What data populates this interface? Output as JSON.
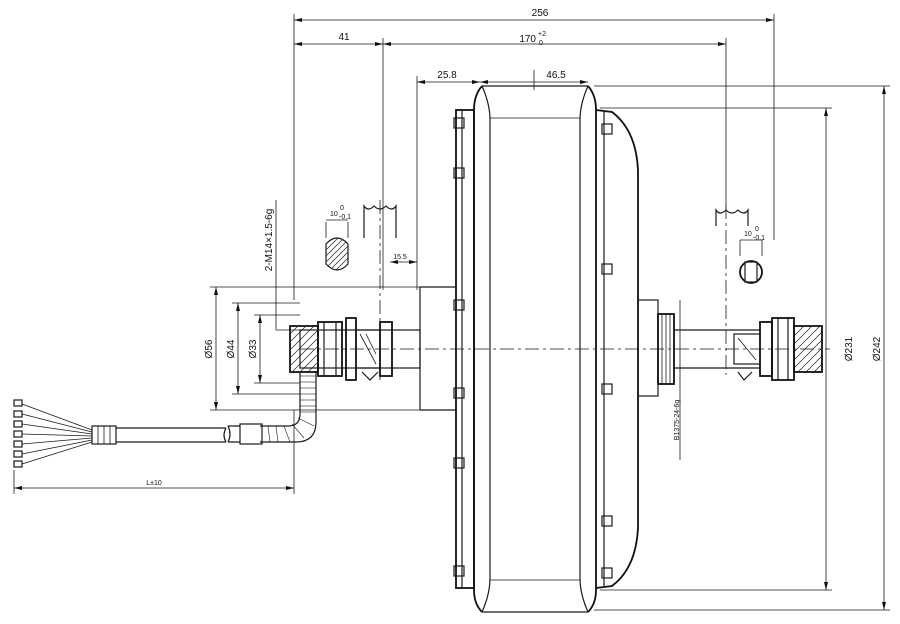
{
  "dimensions": {
    "overall_width": "256",
    "left_offset": "41",
    "dropout": "170",
    "dropout_tol_upper": "+2",
    "dropout_tol_lower": "0",
    "hub_offset": "25.8",
    "rim_width": "46.5",
    "slot_left": "10",
    "slot_left_tol_upper": "0",
    "slot_left_tol_lower": "-0.1",
    "slot_right": "10",
    "slot_right_tol_upper": "0",
    "slot_right_tol_lower": "-0.1",
    "axle_step": "15.5",
    "thread_left": "2-M14×1.5-6g",
    "thread_right": "B1375-24-6g",
    "dia_56": "Ø56",
    "dia_44": "Ø44",
    "dia_33": "Ø33",
    "dia_231": "Ø231",
    "dia_242": "Ø242",
    "cable_length": "L±10"
  },
  "colors": {
    "line": "#1a1a1a",
    "background": "#ffffff"
  }
}
